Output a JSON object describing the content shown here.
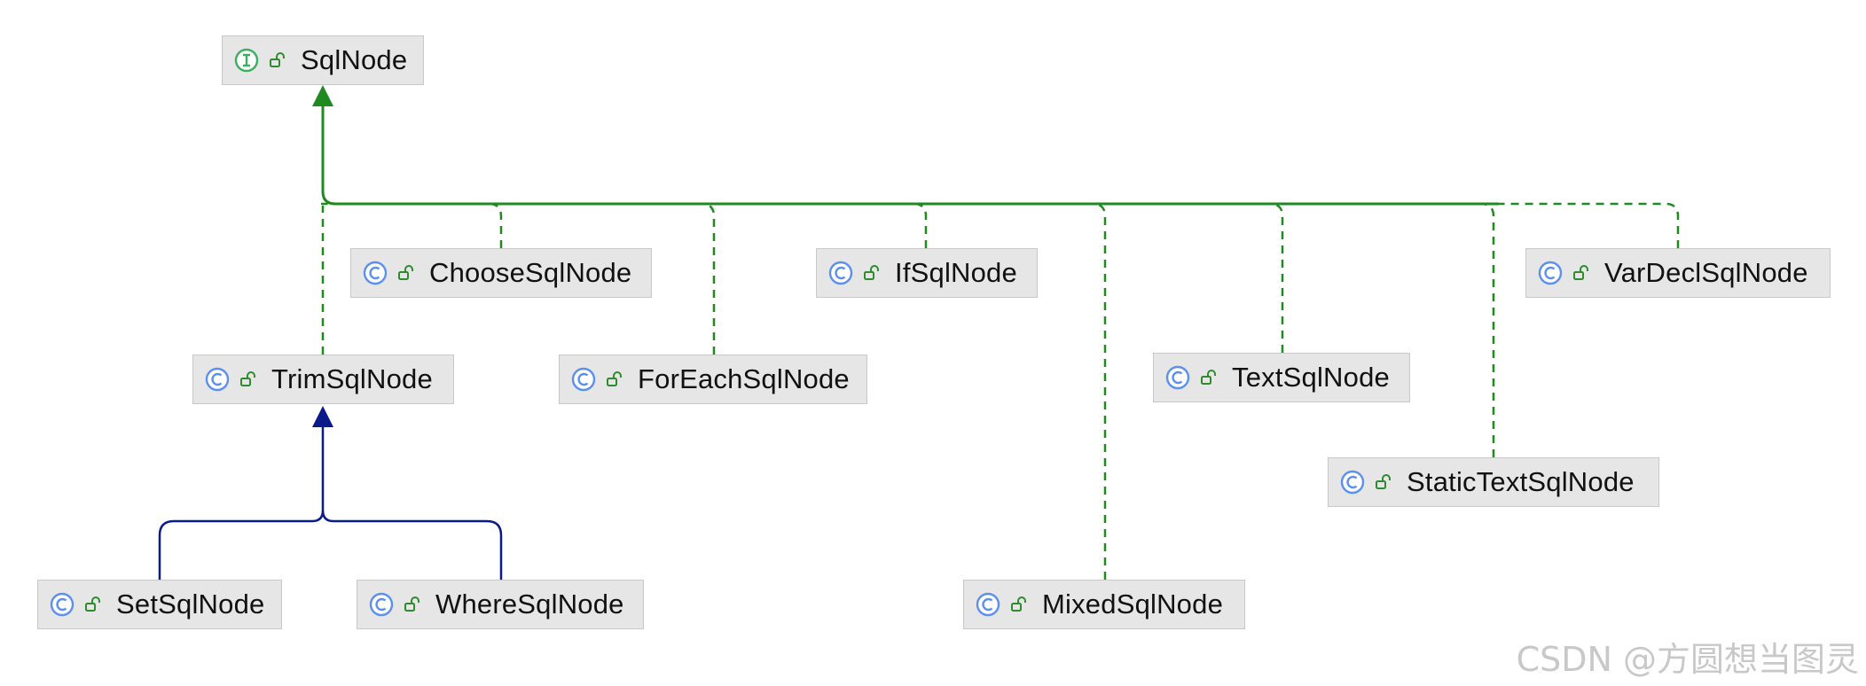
{
  "colors": {
    "implements": "#1f8a1f",
    "extends": "#0a1a8a",
    "node_fill": "#e6e6e6",
    "node_border": "#c8c8c8",
    "class_icon": "#5b8ff0",
    "interface_icon": "#3cb060",
    "lock_icon": "#2e8b2e"
  },
  "nodes": {
    "sqlnode": {
      "label": "SqlNode",
      "kind": "interface"
    },
    "choose": {
      "label": "ChooseSqlNode",
      "kind": "class"
    },
    "if": {
      "label": "IfSqlNode",
      "kind": "class"
    },
    "vardecl": {
      "label": "VarDeclSqlNode",
      "kind": "class"
    },
    "trim": {
      "label": "TrimSqlNode",
      "kind": "class"
    },
    "foreach": {
      "label": "ForEachSqlNode",
      "kind": "class"
    },
    "text": {
      "label": "TextSqlNode",
      "kind": "class"
    },
    "statictext": {
      "label": "StaticTextSqlNode",
      "kind": "class"
    },
    "set": {
      "label": "SetSqlNode",
      "kind": "class"
    },
    "where": {
      "label": "WhereSqlNode",
      "kind": "class"
    },
    "mixed": {
      "label": "MixedSqlNode",
      "kind": "class"
    }
  },
  "relations": [
    {
      "from": "choose",
      "to": "sqlnode",
      "type": "implements"
    },
    {
      "from": "if",
      "to": "sqlnode",
      "type": "implements"
    },
    {
      "from": "vardecl",
      "to": "sqlnode",
      "type": "implements"
    },
    {
      "from": "trim",
      "to": "sqlnode",
      "type": "implements"
    },
    {
      "from": "foreach",
      "to": "sqlnode",
      "type": "implements"
    },
    {
      "from": "text",
      "to": "sqlnode",
      "type": "implements"
    },
    {
      "from": "statictext",
      "to": "sqlnode",
      "type": "implements"
    },
    {
      "from": "mixed",
      "to": "sqlnode",
      "type": "implements"
    },
    {
      "from": "set",
      "to": "trim",
      "type": "extends"
    },
    {
      "from": "where",
      "to": "trim",
      "type": "extends"
    }
  ],
  "watermark": "CSDN @方圆想当图灵"
}
